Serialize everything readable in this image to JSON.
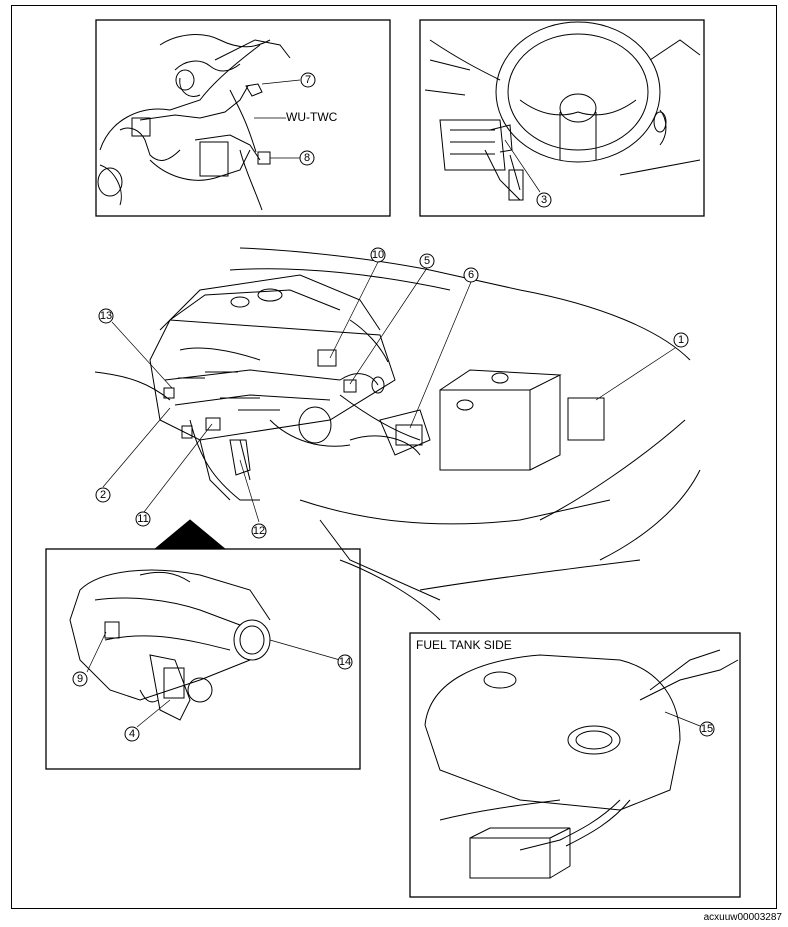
{
  "doc_code": "acxuuw00003287",
  "labels": {
    "wu_twc": "WU-TWC",
    "fuel_tank_side": "FUEL TANK SIDE"
  },
  "callouts": [
    "1",
    "2",
    "3",
    "4",
    "5",
    "6",
    "7",
    "8",
    "9",
    "10",
    "11",
    "12",
    "13",
    "14",
    "15"
  ]
}
